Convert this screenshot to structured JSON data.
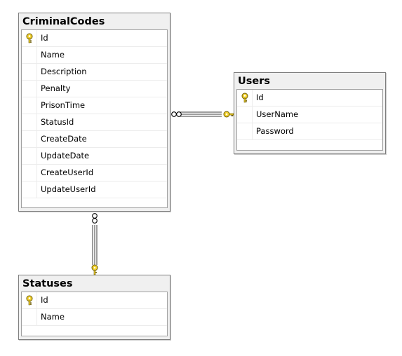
{
  "tables": {
    "criminal_codes": {
      "title": "CriminalCodes",
      "columns": [
        {
          "name": "Id",
          "primary_key": true
        },
        {
          "name": "Name"
        },
        {
          "name": "Description"
        },
        {
          "name": "Penalty"
        },
        {
          "name": "PrisonTime"
        },
        {
          "name": "StatusId"
        },
        {
          "name": "CreateDate"
        },
        {
          "name": "UpdateDate"
        },
        {
          "name": "CreateUserId"
        },
        {
          "name": "UpdateUserId"
        }
      ]
    },
    "users": {
      "title": "Users",
      "columns": [
        {
          "name": "Id",
          "primary_key": true
        },
        {
          "name": "UserName"
        },
        {
          "name": "Password"
        }
      ]
    },
    "statuses": {
      "title": "Statuses",
      "columns": [
        {
          "name": "Id",
          "primary_key": true
        },
        {
          "name": "Name"
        }
      ]
    }
  },
  "relationships": [
    {
      "from": "CriminalCodes",
      "to": "Users",
      "from_end": "many",
      "to_end": "key"
    },
    {
      "from": "CriminalCodes",
      "to": "Statuses",
      "from_end": "many",
      "to_end": "key"
    }
  ],
  "colors": {
    "key_icon": "#f2d12e",
    "border": "#7f7f7f",
    "header_bg": "#f0f0f0"
  }
}
